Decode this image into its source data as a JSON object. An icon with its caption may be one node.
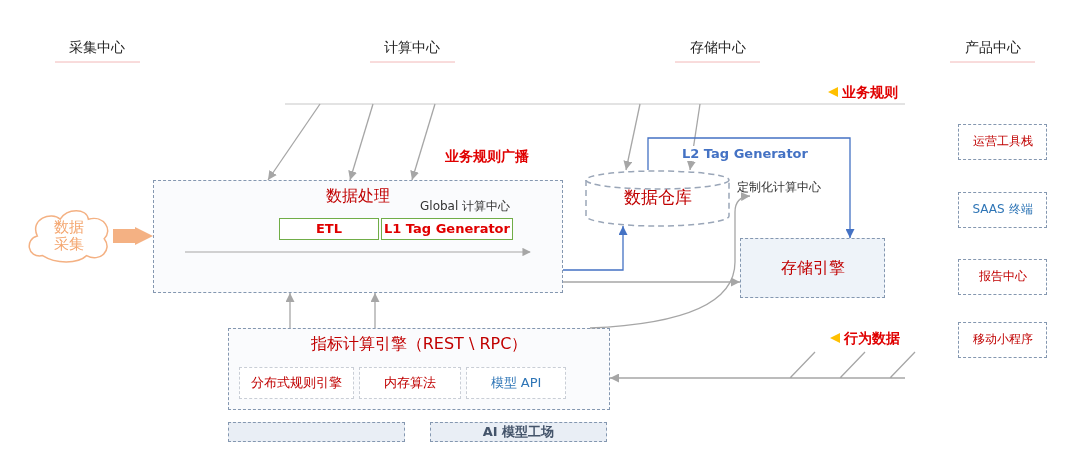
{
  "diagram": {
    "nodes": [
      {
        "text": [
          "数据采集"
        ]
      },
      {
        "text": [
          "数据处理"
        ]
      },
      {
        "text": [
          "ETL"
        ],
        "in": 1
      },
      {
        "text": [
          "L1 Tag Generator"
        ],
        "in": 1,
        "beside": [
          "Global 计算中心"
        ]
      },
      {
        "text": [
          "数据仓库"
        ]
      },
      {
        "text": [
          "定制化计算中心"
        ]
      },
      {
        "text": [
          "存储引擎"
        ]
      },
      {
        "text": [
          "指标计算引擎（REST \\ RPC）"
        ]
      },
      {
        "text": [
          "分布式规则引擎"
        ],
        "in": 7
      },
      {
        "text": [
          "内存算法"
        ],
        "in": 7
      },
      {
        "text": [
          "模型 API"
        ],
        "in": 7
      },
      {
        "text": [],
        "shape": "box"
      },
      {
        "text": [
          "AI 模型工场"
        ]
      },
      {
        "text": [
          "运营工具栈"
        ]
      },
      {
        "text": [
          "SAAS 终端"
        ]
      },
      {
        "text": [
          "报告中心"
        ]
      },
      {
        "text": [
          "移动小程序"
        ]
      }
    ],
    "edges": [
      {
        "from": 0,
        "to": 1,
        "arrow": "to",
        "style": "thick",
        "color": "#f4b183"
      },
      {
        "from": null,
        "to": 1,
        "arrow": "to"
      },
      {
        "from": null,
        "to": 1,
        "arrow": "to"
      },
      {
        "from": null,
        "to": 1,
        "arrow": "to"
      },
      {
        "from": null,
        "to": 4,
        "arrow": "to"
      },
      {
        "from": null,
        "to": 4,
        "arrow": "to"
      },
      {
        "from": 1,
        "to": 4,
        "arrow": "to",
        "color": "#4472c4"
      },
      {
        "from": 1,
        "to": 6,
        "arrow": "to"
      },
      {
        "from": 4,
        "to": 6,
        "arrow": "to",
        "label": "L2 Tag Generator",
        "color": "#4472c4"
      },
      {
        "from": 7,
        "to": 1,
        "arrow": "to"
      },
      {
        "from": 7,
        "to": 1,
        "arrow": "to"
      },
      {
        "from": 7,
        "to": 5,
        "arrow": "to"
      },
      {
        "from": null,
        "to": 7,
        "arrow": "to"
      }
    ],
    "labels": [
      "采集中心",
      "计算中心",
      "存储中心",
      "产品中心",
      "业务规则",
      "业务规则广播",
      "行为数据"
    ]
  }
}
